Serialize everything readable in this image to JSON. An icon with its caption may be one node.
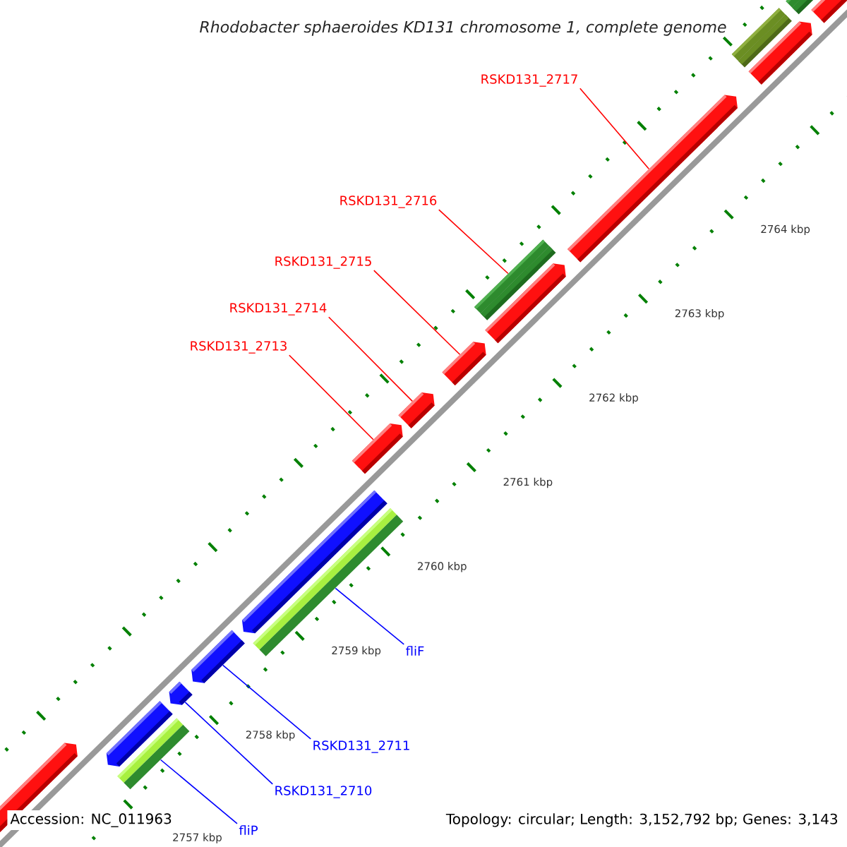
{
  "diagram": {
    "title": "Rhodobacter sphaeroides KD131 chromosome 1, complete genome",
    "nodes": [
      {
        "text": [
          "RSKD131_2717"
        ]
      },
      {
        "text": [
          "RSKD131_2716"
        ]
      },
      {
        "text": [
          "RSKD131_2715"
        ]
      },
      {
        "text": [
          "RSKD131_2714"
        ]
      },
      {
        "text": [
          "RSKD131_2713"
        ]
      },
      {
        "text": [
          "fliF"
        ]
      },
      {
        "text": [
          "RSKD131_2711"
        ]
      },
      {
        "text": [
          "RSKD131_2710"
        ]
      },
      {
        "text": [
          "fliP"
        ]
      },
      {
        "text": [],
        "shape": "arrow"
      },
      {
        "text": [],
        "shape": "arrow"
      },
      {
        "text": [],
        "shape": "arrow"
      },
      {
        "text": [],
        "shape": "arrow"
      },
      {
        "text": [],
        "shape": "bar"
      },
      {
        "text": [],
        "shape": "arrow"
      },
      {
        "text": [],
        "shape": "arrow"
      },
      {
        "text": [],
        "shape": "bar"
      },
      {
        "text": [],
        "shape": "arrow"
      },
      {
        "text": [],
        "shape": "arrow"
      },
      {
        "text": [],
        "shape": "bar"
      },
      {
        "text": [],
        "shape": "arrow"
      },
      {
        "text": [],
        "shape": "bar"
      },
      {
        "text": [],
        "shape": "arrow"
      },
      {
        "text": [],
        "shape": "arrow"
      },
      {
        "text": [],
        "shape": "arrow"
      },
      {
        "text": [],
        "shape": "bar"
      }
    ],
    "edges": [
      {
        "from": 0,
        "to": 15,
        "arrow": "none",
        "color": "#ff0000"
      },
      {
        "from": 1,
        "to": 13,
        "arrow": "none",
        "color": "#ff0000"
      },
      {
        "from": 2,
        "to": 12,
        "arrow": "none",
        "color": "#ff0000"
      },
      {
        "from": 3,
        "to": 11,
        "arrow": "none",
        "color": "#ff0000"
      },
      {
        "from": 4,
        "to": 10,
        "arrow": "none",
        "color": "#ff0000"
      },
      {
        "from": 5,
        "to": 21,
        "arrow": "none",
        "color": "#0000ff"
      },
      {
        "from": 6,
        "to": 22,
        "arrow": "none",
        "color": "#0000ff"
      },
      {
        "from": 7,
        "to": 23,
        "arrow": "none",
        "color": "#0000ff"
      },
      {
        "from": 8,
        "to": 25,
        "arrow": "none",
        "color": "#0000ff"
      }
    ],
    "labels": [
      "2764 kbp",
      "2763 kbp",
      "2762 kbp",
      "2761 kbp",
      "2760 kbp",
      "2759 kbp",
      "2758 kbp",
      "2757 kbp",
      "Accession: NC_011963",
      "Topology: circular; Length: 3,152,792 bp; Genes: 3,143"
    ]
  }
}
